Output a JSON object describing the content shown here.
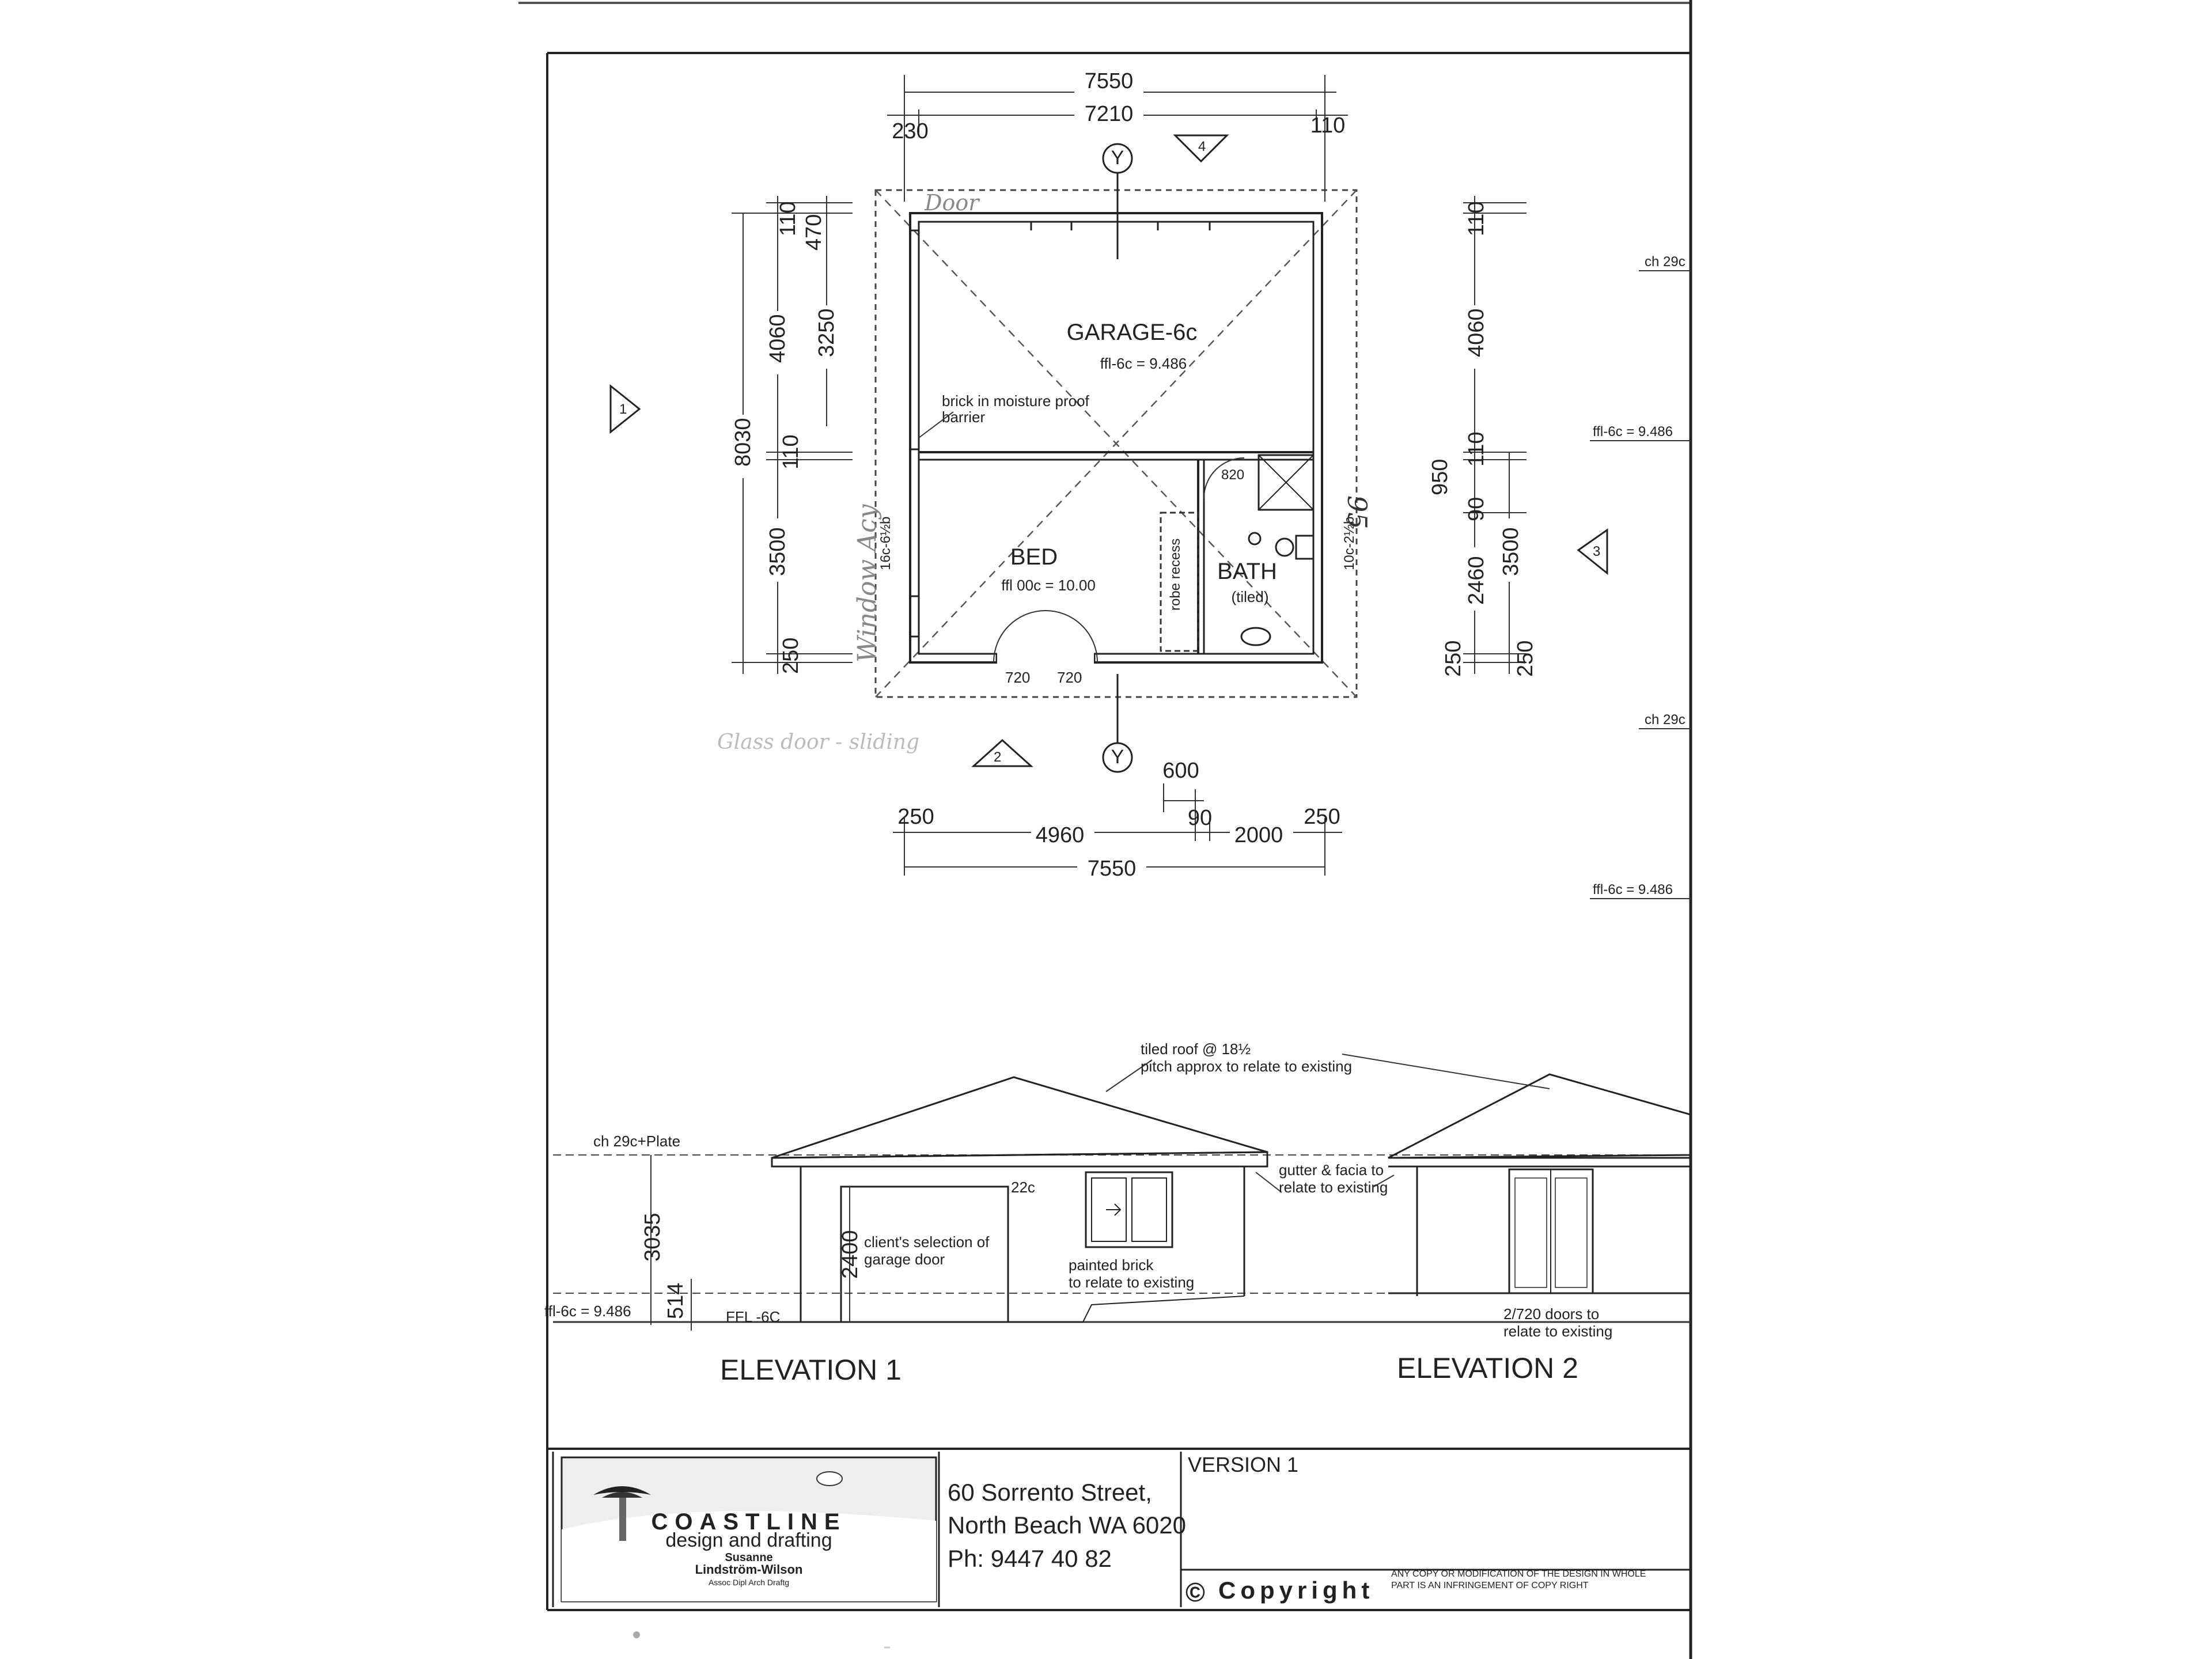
{
  "plan": {
    "top_dims": {
      "overall": "7550",
      "inner": "7210",
      "left": "230",
      "right": "110"
    },
    "bottom_dims": {
      "a": "250",
      "b": "4960",
      "c": "90",
      "d": "2000",
      "e": "250",
      "overall": "7550",
      "opening": "600"
    },
    "left_dims": {
      "d110": "110",
      "d470": "470",
      "d4060": "4060",
      "d3250": "3250",
      "d8030": "8030",
      "d110b": "110",
      "d3500": "3500",
      "d250": "250"
    },
    "right_dims": {
      "d110": "110",
      "d4060": "4060",
      "d110b": "110",
      "d950": "950",
      "d90": "90",
      "d2460": "2460",
      "d3500": "3500",
      "d250a": "250",
      "d250b": "250"
    },
    "door_widths": [
      "720",
      "720"
    ],
    "bath_door": "820",
    "section_marker": "Y",
    "elevation_markers": [
      "1",
      "2",
      "3",
      "4"
    ],
    "rooms": {
      "garage": {
        "name": "GARAGE-6c",
        "ffl": "ffl-6c = 9.486"
      },
      "bed": {
        "name": "BED",
        "ffl": "ffl 00c = 10.00"
      },
      "bath": {
        "name": "BATH",
        "sub": "(tiled)"
      }
    },
    "notes": {
      "brick": [
        "brick in moisture proof",
        "barrier"
      ],
      "robe": "robe recess",
      "wall_left": "16c-6½b",
      "wall_right": "10c-2½b",
      "handwritten_door": "Door",
      "handwritten_window": "Window Acy",
      "handwritten_glass": "Glass door - sliding",
      "handwritten_95": "95"
    }
  },
  "right_levels": [
    "ch 29c",
    "ffl-6c = 9.486",
    "ch 29c",
    "ffl-6c = 9.486"
  ],
  "elevations": {
    "roof_note": [
      "tiled roof @ 18½",
      "pitch approx to relate to existing"
    ],
    "ceiling": "ch 29c+Plate",
    "ffl_level": "ffl-6c = 9.486",
    "ffl_label": "FFL -6C",
    "h3035": "3035",
    "h514": "514",
    "h2400": "2400",
    "course": "22c",
    "garage_door_note": [
      "client's selection of",
      "garage door"
    ],
    "brick_note": [
      "painted brick",
      "to relate to existing"
    ],
    "gutter_note": [
      "gutter & facia to",
      "relate to existing"
    ],
    "doors_note": [
      "2/720 doors to",
      "relate to existing"
    ],
    "title1": "ELEVATION 1",
    "title2": "ELEVATION 2"
  },
  "title_block": {
    "company": "COASTLINE",
    "tagline": "design and drafting",
    "person1": "Susanne",
    "person2": "Lindström-Wilson",
    "qual": "Assoc Dipl Arch Draftg",
    "address1": "60 Sorrento Street,",
    "address2": "North Beach WA 6020",
    "phone": "Ph: 9447 40 82",
    "version": "VERSION 1",
    "copyright_symbol": "©",
    "copyright": "Copyright",
    "legal1": "ANY COPY OR MODIFICATION OF THE DESIGN IN WHOLE",
    "legal2": "PART IS AN INFRINGEMENT OF COPY RIGHT"
  }
}
